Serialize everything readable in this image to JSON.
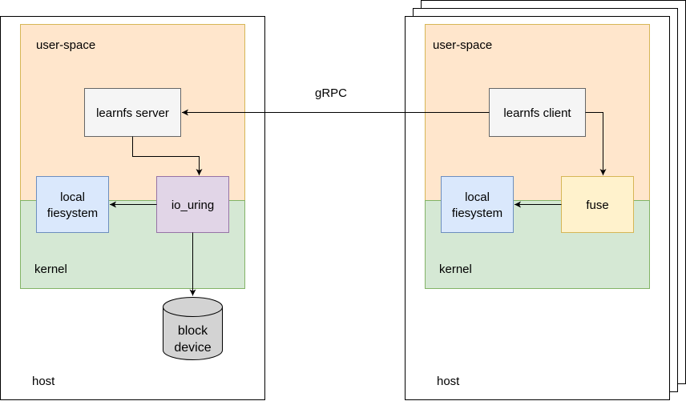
{
  "left_host": {
    "host_label": "host",
    "user_space_label": "user-space",
    "kernel_label": "kernel",
    "server_box": "learnfs server",
    "local_fs_line1": "local",
    "local_fs_line2": "fiesystem",
    "io_uring_box": "io_uring",
    "block_device_line1": "block",
    "block_device_line2": "device"
  },
  "right_host": {
    "host_label": "host",
    "user_space_label": "user-space",
    "kernel_label": "kernel",
    "client_box": "learnfs client",
    "local_fs_line1": "local",
    "local_fs_line2": "fiesystem",
    "fuse_box": "fuse"
  },
  "link_label": "gRPC",
  "colors": {
    "user_space_fill": "#ffe6cc",
    "user_space_stroke": "#d6b656",
    "kernel_fill": "#d5e8d4",
    "kernel_stroke": "#82b366",
    "process_fill": "#f5f5f5",
    "process_stroke": "#666666",
    "fs_fill": "#dae8fc",
    "fs_stroke": "#6c8ebf",
    "io_uring_fill": "#e1d5e7",
    "io_uring_stroke": "#9673a6",
    "fuse_fill": "#fff2cc",
    "fuse_stroke": "#d6b656",
    "device_fill": "#d3d3d3"
  }
}
